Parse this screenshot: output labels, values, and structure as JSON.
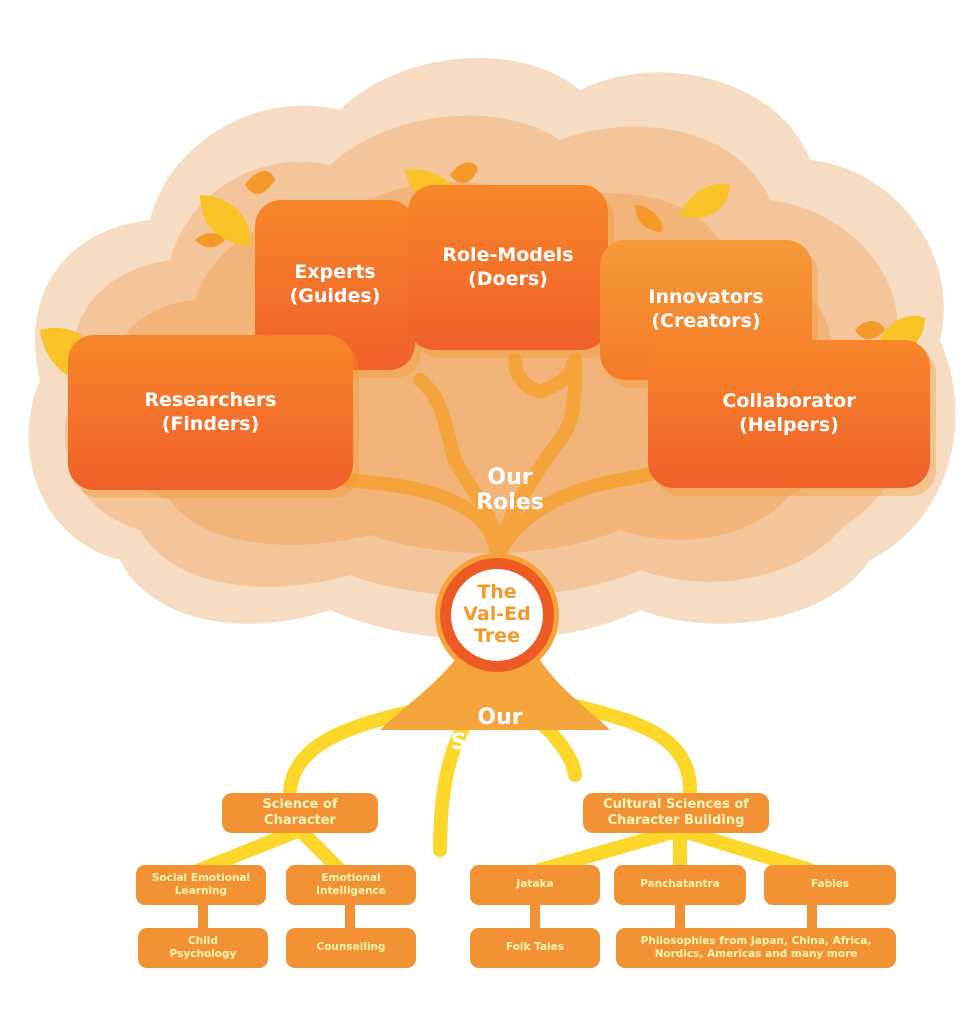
{
  "title": {
    "line1": "The",
    "line2": "Val-Ed",
    "line3": "Tree"
  },
  "roles_heading": {
    "line1": "Our",
    "line2": "Roles"
  },
  "sources_heading": {
    "line1": "Our",
    "line2": "Sources"
  },
  "roles": {
    "experts": {
      "line1": "Experts",
      "line2": "(Guides)"
    },
    "role_models": {
      "line1": "Role-Models",
      "line2": "(Doers)"
    },
    "innovators": {
      "line1": "Innovators",
      "line2": "(Creators)"
    },
    "researchers": {
      "line1": "Researchers",
      "line2": "(Finders)"
    },
    "collaborator": {
      "line1": "Collaborator",
      "line2": "(Helpers)"
    }
  },
  "source_groups": {
    "science": {
      "line1": "Science of",
      "line2": "Character"
    },
    "cultural": {
      "line1": "Cultural Sciences of",
      "line2": "Character Building"
    }
  },
  "sources": {
    "sel": {
      "line1": "Social Emotional",
      "line2": "Learning"
    },
    "ei": {
      "line1": "Emotional",
      "line2": "Intelligence"
    },
    "child_psych": {
      "line1": "Child",
      "line2": "Psychology"
    },
    "counselling": "Counselling",
    "jataka": "Jataka",
    "panchatantra": "Panchatantra",
    "fables": "Fables",
    "folk_tales": "Folk Tales",
    "philosophies": {
      "line1": "Philosophies from Japan, China, Africa,",
      "line2": "Nordics, Americas and many more"
    }
  },
  "colors": {
    "canopy_outer": "#f6dcc2",
    "canopy_mid": "#f4c59a",
    "canopy_inner": "#f3ae6f",
    "trunk": "#f5a33b",
    "roots": "#fcd72a",
    "role_box": "#f0602a",
    "source_box": "#f39234",
    "ring": "#ee5a24"
  }
}
